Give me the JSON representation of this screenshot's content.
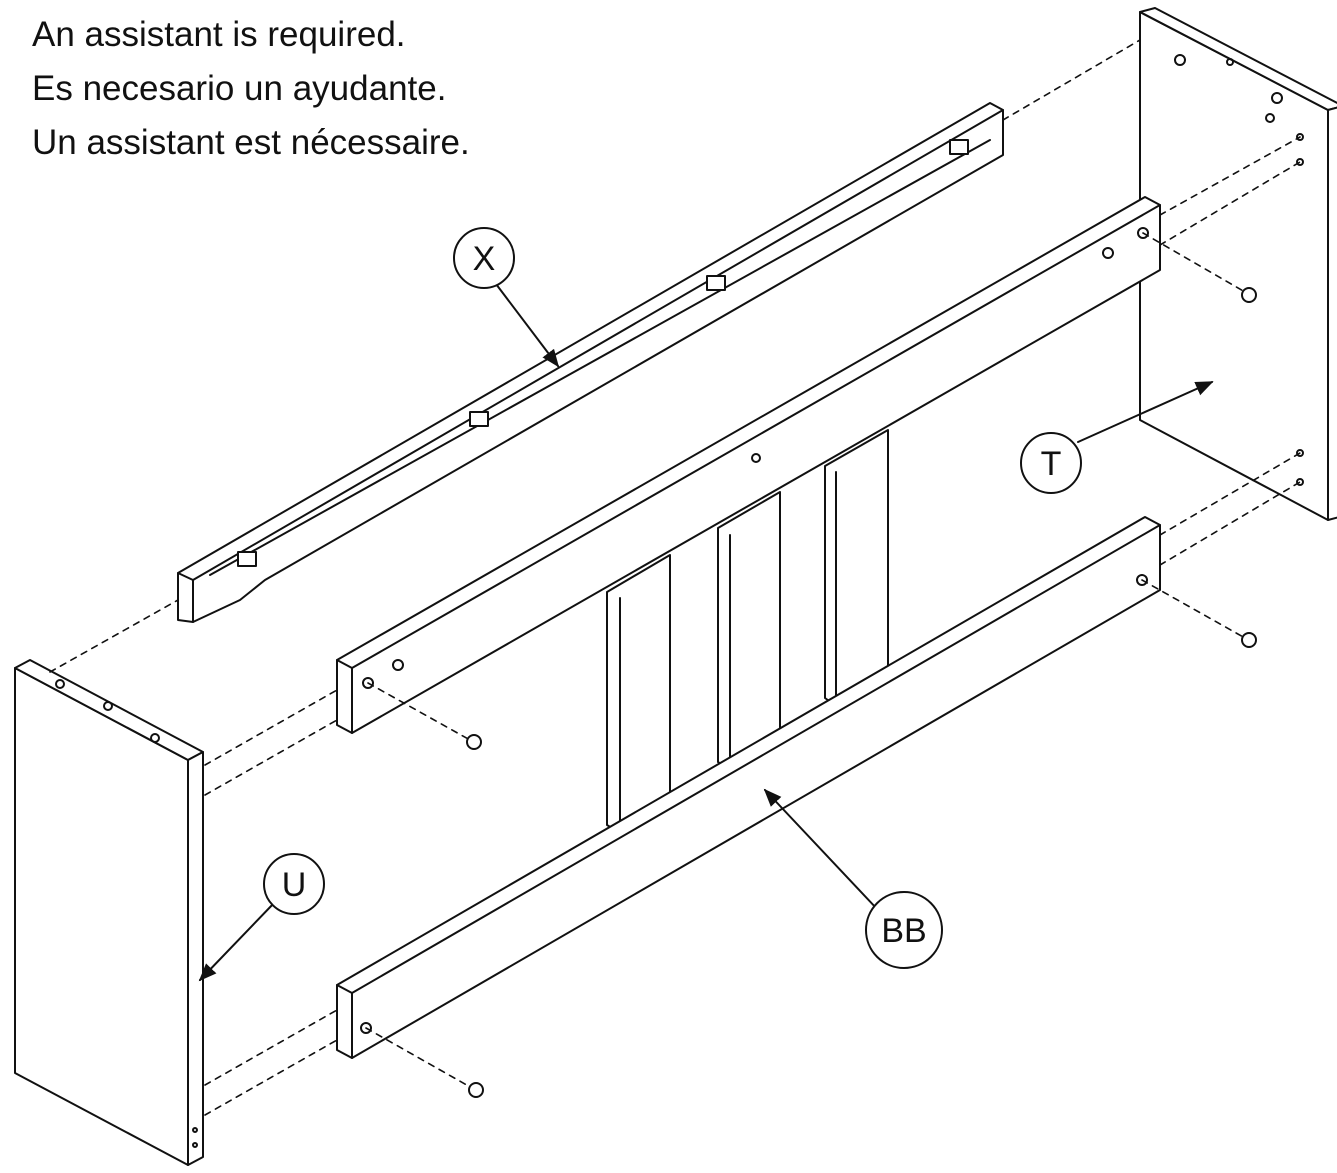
{
  "instructions": [
    "An assistant is required.",
    "Es necesario un ayudante.",
    "Un assistant est nécessaire."
  ],
  "parts": {
    "X": "X",
    "T": "T",
    "U": "U",
    "BB": "BB"
  }
}
